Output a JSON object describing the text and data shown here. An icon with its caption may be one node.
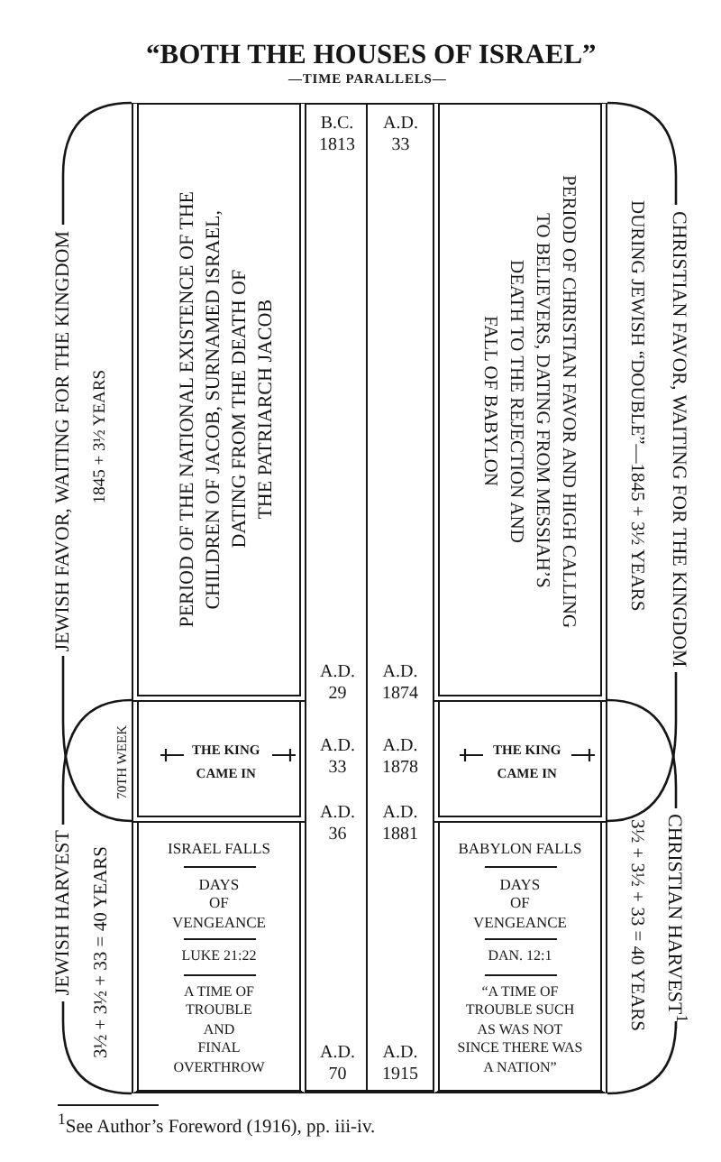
{
  "diagram": {
    "title": "“BOTH THE HOUSES OF ISRAEL”",
    "caption": "$^{1}$See Author’s Foreword (1916), pp. iii-iv.",
    "nodes": [
      {
        "text": [
          "JEWISH FAVOR, WAITING FOR THE KINGDOM",
          "1845 + 3½ YEARS"
        ]
      },
      {
        "text": [
          "JEWISH HARVEST",
          "3½ + 3½ + 33 = 40 YEARS"
        ]
      },
      {
        "text": [
          "PERIOD OF THE NATIONAL EXISTENCE OF THE CHILDREN OF JACOB, SURNAMED ISRAEL, DATING FROM THE DEATH OF THE PATRIARCH JACOB"
        ]
      },
      {
        "text": [
          "THE KING CAME IN"
        ]
      },
      {
        "text": [
          "ISRAEL FALLS",
          "DAYS OF VENGEANCE",
          "LUKE 21:22",
          "A TIME OF TROUBLE AND FINAL OVERTHROW"
        ]
      },
      {
        "text": [
          "B.C. 1813",
          "A.D. 29",
          "A.D. 33",
          "A.D. 36",
          "A.D. 70"
        ]
      },
      {
        "text": [
          "A.D. 33",
          "A.D. 1874",
          "A.D. 1878",
          "A.D. 1881",
          "A.D. 1915"
        ]
      },
      {
        "text": [
          "PERIOD OF CHRISTIAN FAVOR AND HIGH CALLING TO BELIEVERS, DATING FROM MESSIAH’S DEATH TO THE REJECTION AND FALL OF BABYLON"
        ]
      },
      {
        "text": [
          "THE KING CAME IN"
        ]
      },
      {
        "text": [
          "BABYLON FALLS",
          "DAYS OF VENGEANCE",
          "DAN. 12:1",
          "“A TIME OF TROUBLE SUCH AS WAS NOT SINCE THERE WAS A NATION”"
        ]
      },
      {
        "text": [
          "CHRISTIAN FAVOR, WAITING FOR THE KINGDOM",
          "DURING JEWISH “DOUBLE”—1845 + 3½ YEARS"
        ]
      },
      {
        "text": [
          "CHRISTIAN HARVEST$^{1}$",
          "3½ + 3½ + 33 = 40 YEARS"
        ]
      }
    ],
    "labels": [
      "—TIME PARALLELS—",
      "70TH WEEK"
    ]
  }
}
